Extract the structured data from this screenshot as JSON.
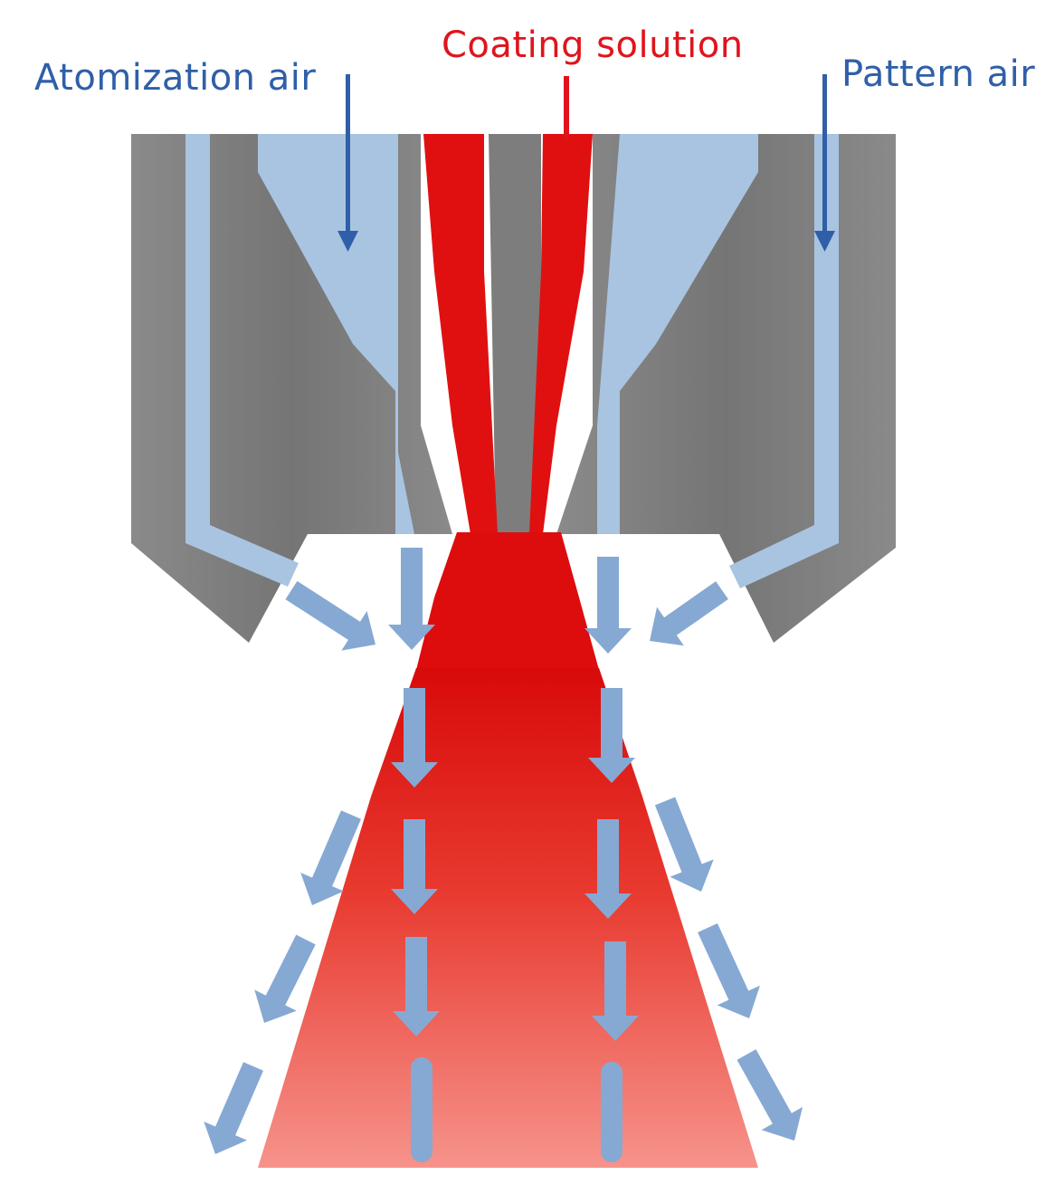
{
  "labels": {
    "atomization_air": "Atomization air",
    "coating_solution": "Coating solution",
    "pattern_air": "Pattern air"
  },
  "colors": {
    "air_label": "#2f5fa8",
    "coating_label": "#e0141c",
    "nozzle_body": "#7b7b7b",
    "air_channel": "#a9c4e0",
    "air_arrow": "#86a9d3",
    "coating_fluid": "#e11010",
    "spray_bottom": "#f28a84"
  },
  "icons": {
    "atomization_arrow": "arrow-down-icon",
    "pattern_arrow": "arrow-down-icon",
    "spray_arrows": "flow-arrow-icon"
  }
}
